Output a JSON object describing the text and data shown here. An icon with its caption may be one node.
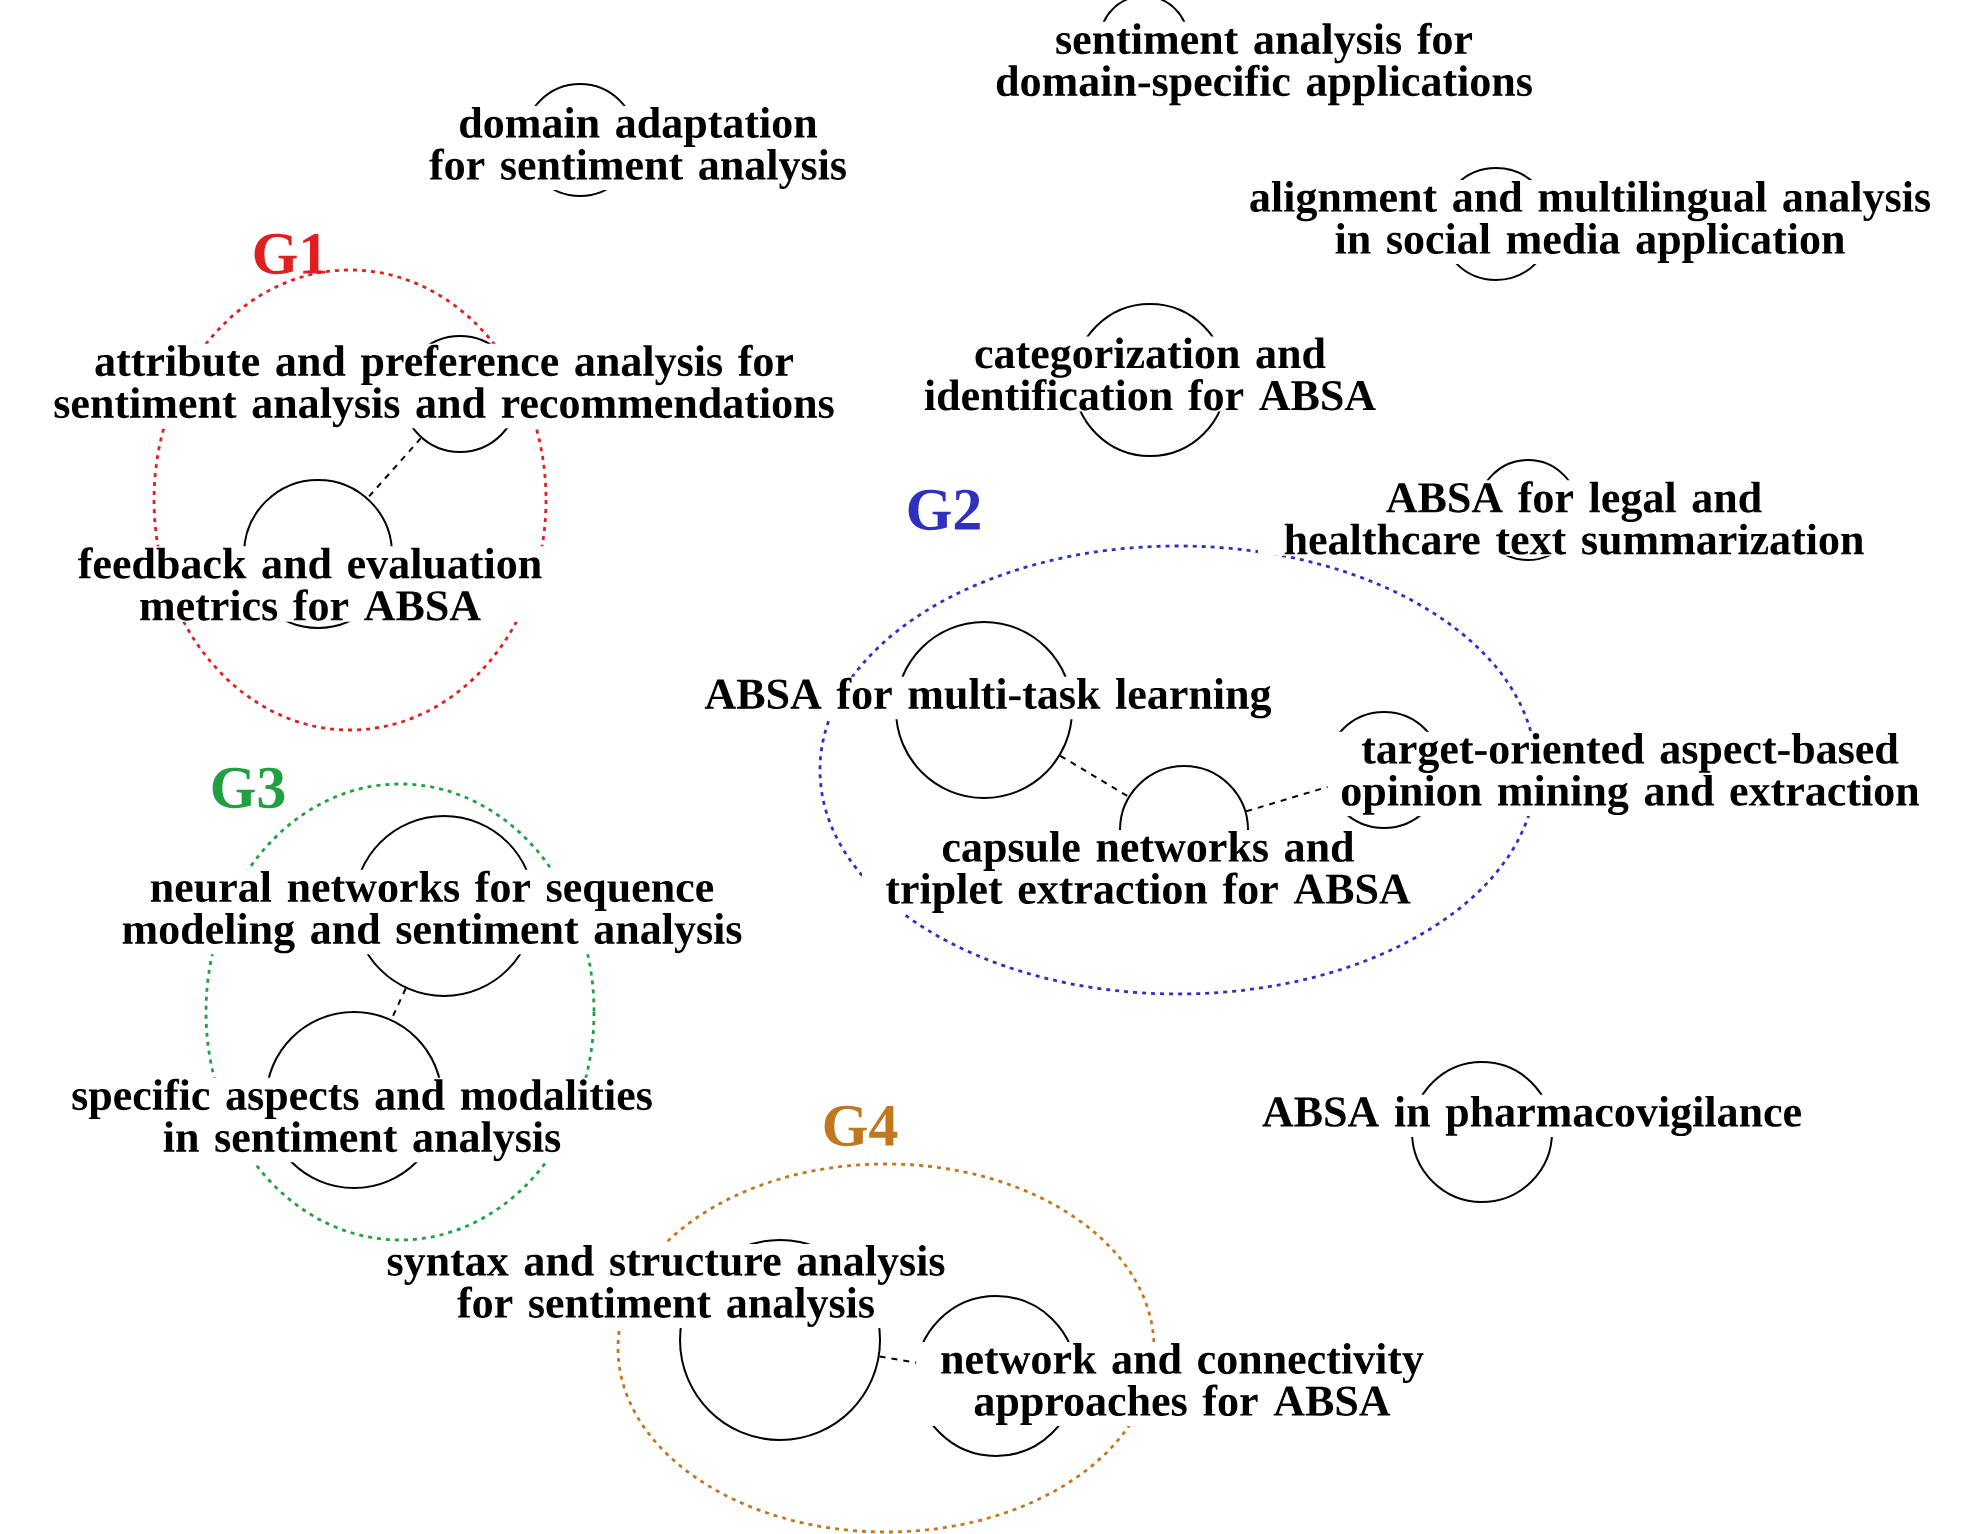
{
  "diagram": {
    "nodes": [
      {
        "text": [
          "sentiment analysis for domain-specific applications"
        ]
      },
      {
        "text": [
          "domain adaptation for sentiment analysis"
        ]
      },
      {
        "text": [
          "alignment and multilingual analysis in social media application"
        ]
      },
      {
        "text": [
          "attribute and preference analysis for sentiment analysis and recommendations"
        ]
      },
      {
        "text": [
          "categorization and identification for ABSA"
        ]
      },
      {
        "text": [
          "feedback and evaluation metrics for ABSA"
        ]
      },
      {
        "text": [
          "ABSA for legal and healthcare text summarization"
        ]
      },
      {
        "text": [
          "ABSA for multi-task learning"
        ]
      },
      {
        "text": [
          "target-oriented aspect-based opinion mining and extraction"
        ]
      },
      {
        "text": [
          "capsule networks and triplet extraction for ABSA"
        ]
      },
      {
        "text": [
          "neural networks for sequence modeling and sentiment analysis"
        ]
      },
      {
        "text": [
          "specific aspects and modalities in sentiment analysis"
        ]
      },
      {
        "text": [
          "ABSA in pharmacovigilance"
        ]
      },
      {
        "text": [
          "syntax and structure analysis for sentiment analysis"
        ]
      },
      {
        "text": [
          "network and connectivity approaches for ABSA"
        ]
      }
    ],
    "edges": [
      {
        "from": 3,
        "to": 5,
        "arrow": "none",
        "style": "dashed"
      },
      {
        "from": 7,
        "to": 9,
        "arrow": "none",
        "style": "dashed"
      },
      {
        "from": 9,
        "to": 8,
        "arrow": "none",
        "style": "dashed"
      },
      {
        "from": 10,
        "to": 11,
        "arrow": "none",
        "style": "dashed"
      },
      {
        "from": 13,
        "to": 14,
        "arrow": "none",
        "style": "dashed"
      }
    ],
    "labels": [
      "G1",
      "G2",
      "G3",
      "G4"
    ]
  }
}
